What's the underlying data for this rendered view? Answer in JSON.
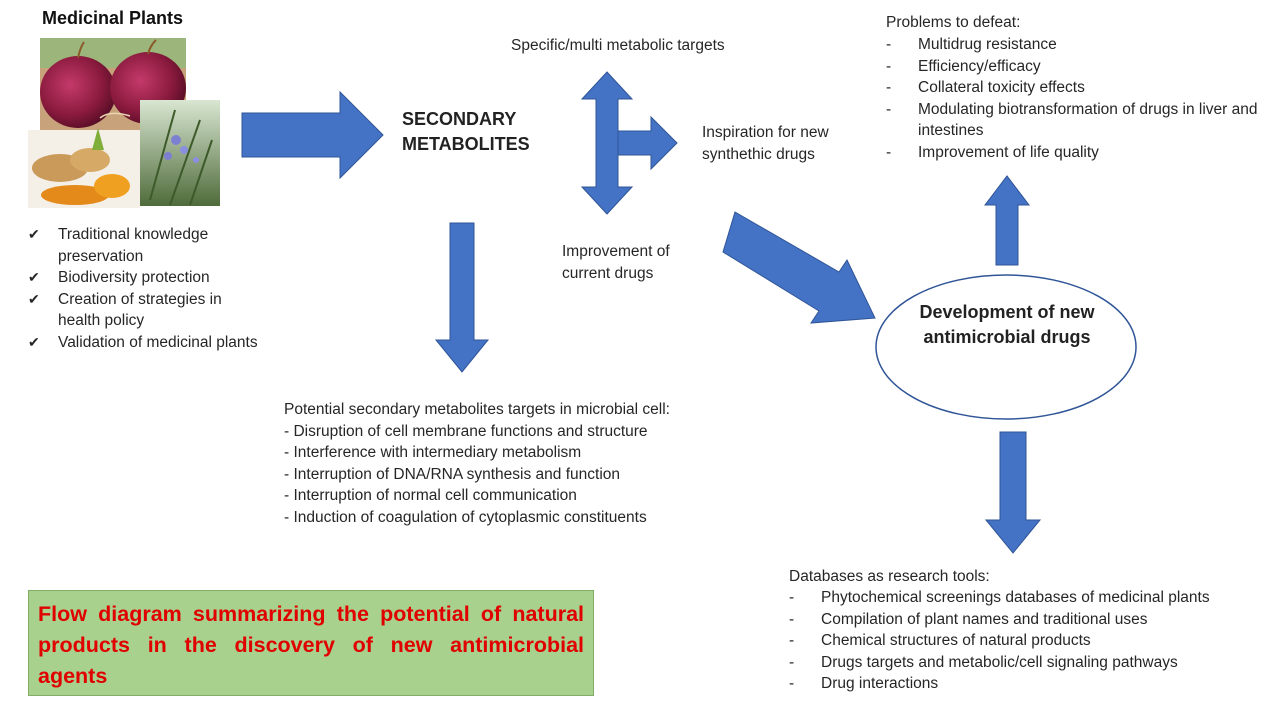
{
  "plants": {
    "title": "Medicinal Plants",
    "benefits": [
      "Traditional knowledge preservation",
      "Biodiversity protection",
      "Creation of strategies in health policy",
      "Validation of medicinal plants"
    ]
  },
  "center": {
    "secondary_metabolites": "SECONDARY METABOLITES",
    "specific_targets": "Specific/multi metabolic targets",
    "inspiration": "Inspiration for new synthethic drugs",
    "improvement": "Improvement of current drugs"
  },
  "targets": {
    "heading": "Potential secondary metabolites targets in microbial cell:",
    "items": [
      "- Disruption of cell membrane functions and structure",
      "- Interference with intermediary metabolism",
      "- Interruption of DNA/RNA synthesis and function",
      "- Interruption of normal cell communication",
      "- Induction of coagulation of cytoplasmic constituents"
    ]
  },
  "problems": {
    "heading": "Problems to defeat:",
    "items": [
      "Multidrug resistance",
      "Efficiency/efficacy",
      "Collateral toxicity effects",
      "Modulating biotransformation of drugs in liver and intestines",
      "Improvement of life quality"
    ]
  },
  "development": {
    "label": "Development of new antimicrobial drugs"
  },
  "databases": {
    "heading": "Databases as research tools:",
    "items": [
      "Phytochemical screenings databases of medicinal plants",
      "Compilation of plant names and traditional uses",
      "Chemical structures of natural products",
      "Drugs targets and metabolic/cell signaling  pathways",
      "Drug interactions"
    ]
  },
  "caption": "Flow diagram summarizing the potential of natural products in the discovery of new antimicrobial agents",
  "colors": {
    "arrow": "#4472c4",
    "arrow_edge": "#2f5597",
    "ellipse_border": "#2f5597",
    "caption_bg": "#a9d18e",
    "caption_text": "#e00000"
  },
  "icons": {
    "check": "check-icon",
    "plant_photos": [
      "red-onion-photo",
      "ginger-turmeric-photo",
      "rosemary-photo"
    ]
  }
}
